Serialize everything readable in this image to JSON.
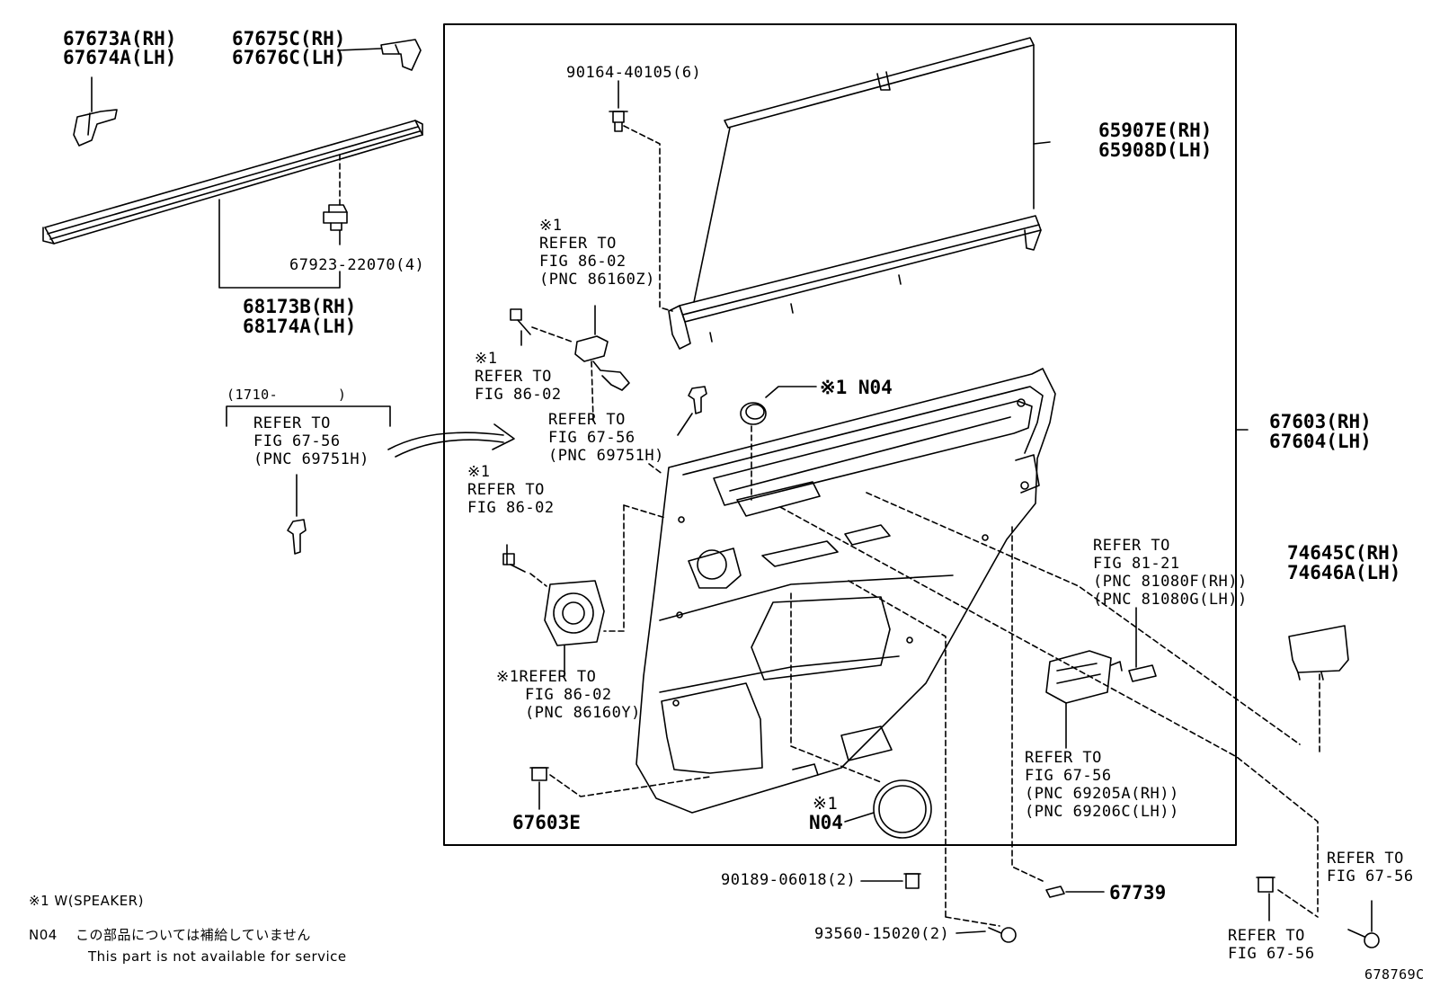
{
  "figure_id": "678769C",
  "parts": {
    "p67673": [
      "67673A(RH)",
      "67674A(LH)"
    ],
    "p67675": [
      "67675C(RH)",
      "67676C(LH)"
    ],
    "p67923": "67923-22070(4)",
    "p68173": [
      "68173B(RH)",
      "68174A(LH)"
    ],
    "p90164": "90164-40105(6)",
    "p65907": [
      "65907E(RH)",
      "65908D(LH)"
    ],
    "p67603": [
      "67603(RH)",
      "67604(LH)"
    ],
    "p74645": [
      "74645C(RH)",
      "74646A(LH)"
    ],
    "p67603E": "67603E",
    "p90189": "90189-06018(2)",
    "p93560": "93560-15020(2)",
    "p67739": "67739",
    "n04_top": "※1 N04",
    "n04_bottom": [
      "※1",
      "N04"
    ]
  },
  "refs": {
    "r1": [
      "※1",
      "REFER TO",
      "FIG 86-02",
      "(PNC 86160Z)"
    ],
    "r2": [
      "※1",
      "REFER TO",
      "FIG 86-02"
    ],
    "r3": [
      "REFER TO",
      "FIG 67-56",
      "(PNC 69751H)"
    ],
    "r4": [
      "(1710-       )",
      "REFER TO",
      "FIG 67-56",
      "(PNC 69751H)"
    ],
    "r5": [
      "※1",
      "REFER TO",
      "FIG 86-02"
    ],
    "r6": [
      "※1REFER TO",
      "FIG 86-02",
      "(PNC 86160Y)"
    ],
    "r7": [
      "REFER TO",
      "FIG 81-21",
      "(PNC 81080F(RH))",
      "(PNC 81080G(LH))"
    ],
    "r8": [
      "REFER TO",
      "FIG 67-56",
      "(PNC 69205A(RH))",
      "(PNC 69206C(LH))"
    ],
    "r9": [
      "REFER TO",
      "FIG 67-56"
    ],
    "r10": [
      "REFER TO",
      "FIG 67-56"
    ]
  },
  "legend": {
    "speaker_note": "※1 W(SPEAKER)",
    "n04_code": "N04",
    "n04_jp": "この部品については補給していません",
    "n04_en": "This part is not available for service"
  }
}
